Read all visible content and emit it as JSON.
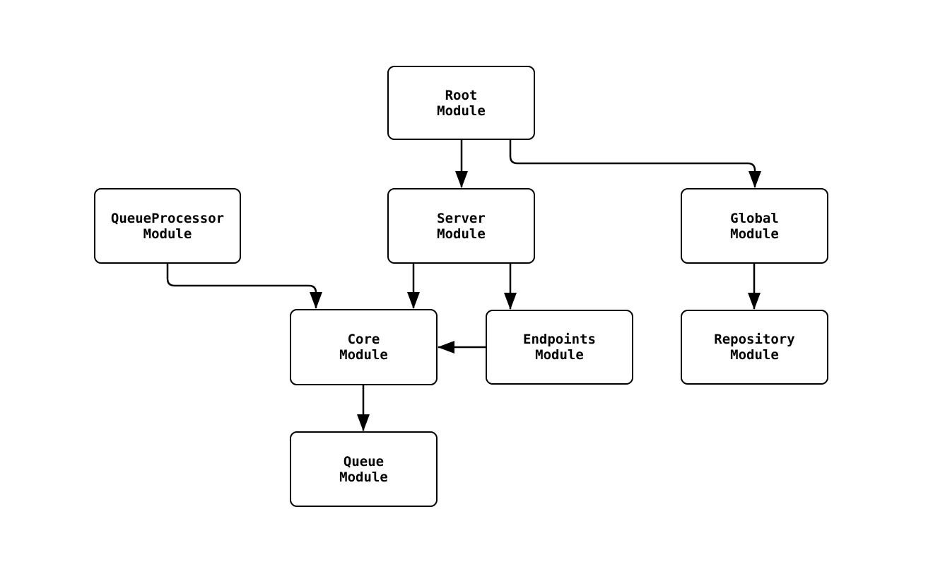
{
  "diagram": {
    "type": "flowchart",
    "background_color": "#ffffff",
    "stroke_color": "#000000",
    "nodes": {
      "root": {
        "line1": "Root",
        "line2": "Module",
        "full_name": "Root Module"
      },
      "queueprocessor": {
        "line1": "QueueProcessor",
        "line2": "Module",
        "full_name": "QueueProcessor Module"
      },
      "server": {
        "line1": "Server",
        "line2": "Module",
        "full_name": "Server Module"
      },
      "global": {
        "line1": "Global",
        "line2": "Module",
        "full_name": "Global Module"
      },
      "core": {
        "line1": "Core",
        "line2": "Module",
        "full_name": "Core Module"
      },
      "endpoints": {
        "line1": "Endpoints",
        "line2": "Module",
        "full_name": "Endpoints Module"
      },
      "repository": {
        "line1": "Repository",
        "line2": "Module",
        "full_name": "Repository Module"
      },
      "queue": {
        "line1": "Queue",
        "line2": "Module",
        "full_name": "Queue Module"
      }
    },
    "edges": [
      {
        "from": "Root Module",
        "to": "Server Module"
      },
      {
        "from": "Root Module",
        "to": "Global Module"
      },
      {
        "from": "QueueProcessor Module",
        "to": "Core Module"
      },
      {
        "from": "Server Module",
        "to": "Core Module"
      },
      {
        "from": "Server Module",
        "to": "Endpoints Module"
      },
      {
        "from": "Endpoints Module",
        "to": "Core Module"
      },
      {
        "from": "Global Module",
        "to": "Repository Module"
      },
      {
        "from": "Core Module",
        "to": "Queue Module"
      }
    ]
  }
}
